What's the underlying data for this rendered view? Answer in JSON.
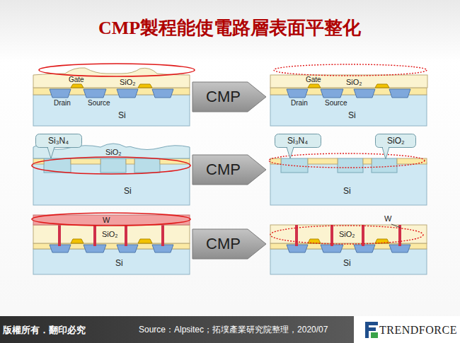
{
  "diagram": {
    "title": "CMP製程能使電路層表面平整化",
    "nodes": [
      {
        "text": [
          "CMP"
        ]
      },
      {
        "text": [
          "Si₃N₄"
        ]
      },
      {
        "text": [
          "CMP"
        ]
      },
      {
        "text": [
          "Si₃N₄"
        ]
      },
      {
        "text": [
          "SiO₂"
        ]
      },
      {
        "text": [
          "CMP"
        ]
      }
    ],
    "labels": [
      "Gate",
      "SiO₂",
      "Drain",
      "Source",
      "Si",
      "Gate",
      "SiO₂",
      "Drain",
      "Source",
      "Si",
      "SiO₂",
      "Si",
      "Si",
      "W",
      "SiO₂",
      "Si",
      "W",
      "SiO₂",
      "Si",
      "版權所有．翻印必究",
      "Source：Alpsitec；拓墣產業研究院整理，2020/07",
      "TRENDFORCE"
    ]
  }
}
